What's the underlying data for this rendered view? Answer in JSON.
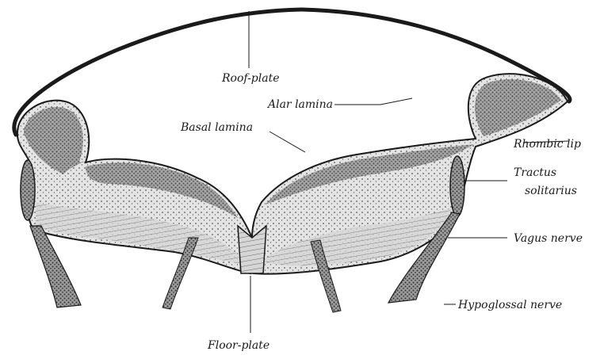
{
  "labels": {
    "roof_plate": "Roof-plate",
    "alar_lamina": "Alar lamina",
    "basal_lamina": "Basal lamina",
    "rhombic_lip": "Rhombic lip",
    "tractus_line1": "Tractus",
    "tractus_line2": "solitarius",
    "vagus_nerve": "Vagus nerve",
    "hypoglossal_nerve": "Hypoglossal nerve",
    "floor_plate": "Floor-plate"
  },
  "colors": {
    "ink": "#1a1a1a",
    "paper": "#ffffff",
    "tissue_fill": "#dcdcdc",
    "dense_fill": "#8c8c8c"
  }
}
